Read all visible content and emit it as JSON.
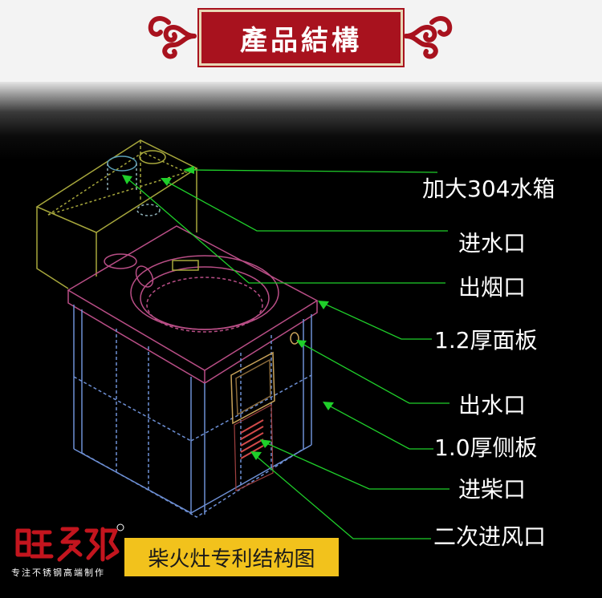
{
  "header": {
    "title": "產品結構",
    "ornament_icon": "cloud-scroll-icon",
    "plate_color": "#a8121e",
    "border_color": "#e8d7b5"
  },
  "callouts": [
    {
      "label": "加大304水箱"
    },
    {
      "label": "进水口"
    },
    {
      "label": "出烟口"
    },
    {
      "label": "1.2厚面板"
    },
    {
      "label": "出水口"
    },
    {
      "label": "1.0厚侧板"
    },
    {
      "label": "进柴口"
    },
    {
      "label": "二次进风口"
    }
  ],
  "footer": {
    "brand_logo": "旺乡邻",
    "registered_mark": "®",
    "slogan": "专注不锈钢高端制作",
    "caption": "柴火灶专利结构图",
    "caption_bg": "#f2c21c"
  },
  "colors": {
    "leader_line": "#1fcf2a",
    "wireframe_yellow": "#a7a73c",
    "wireframe_pink": "#b94e86",
    "wireframe_blue": "#6d8fd4"
  }
}
